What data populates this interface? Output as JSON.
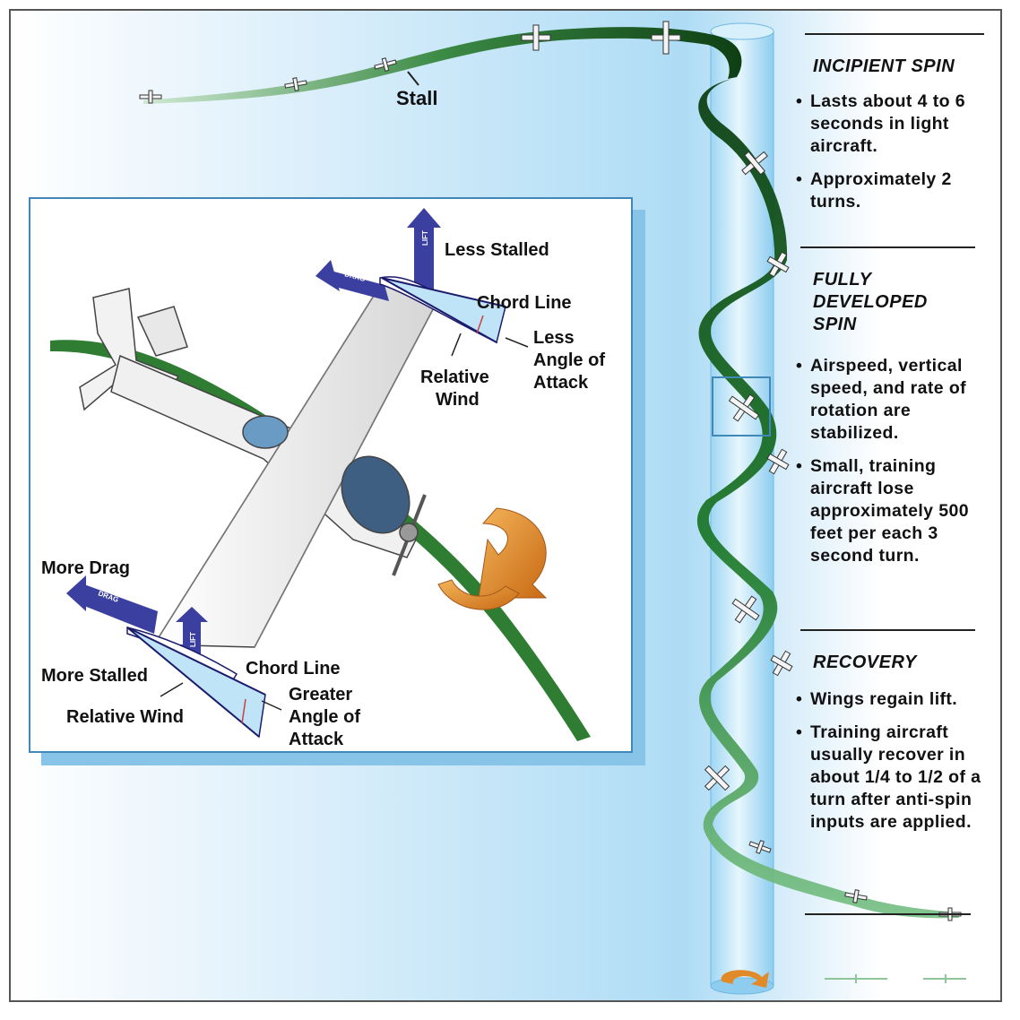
{
  "top": {
    "stall_label": "Stall"
  },
  "inset": {
    "less_stalled": "Less Stalled",
    "chord_line_top": "Chord Line",
    "less_aoa": [
      "Less",
      "Angle of",
      "Attack"
    ],
    "relative_wind_top": [
      "Relative",
      "Wind"
    ],
    "more_drag": "More Drag",
    "more_stalled": "More Stalled",
    "chord_line_bottom": "Chord Line",
    "greater_aoa": [
      "Greater",
      "Angle of",
      "Attack"
    ],
    "relative_wind_bottom": "Relative Wind",
    "arrow_lift": "LIFT",
    "arrow_drag": "DRAG"
  },
  "panel": {
    "incipient": {
      "heading": "INCIPIENT SPIN",
      "bullets": [
        "Lasts about 4 to 6 seconds in light aircraft.",
        "Approximately 2 turns."
      ]
    },
    "developed": {
      "heading": [
        "FULLY",
        "DEVELOPED",
        "SPIN"
      ],
      "bullets": [
        "Airspeed, vertical speed, and rate of rotation are stabilized.",
        "Small, training aircraft lose approximately 500 feet per each 3 second turn."
      ]
    },
    "recovery": {
      "heading": "RECOVERY",
      "bullets": [
        "Wings regain lift.",
        "Training aircraft usually recover in about 1/4 to 1/2 of a turn after anti-spin inputs are applied."
      ]
    }
  },
  "colors": {
    "ribbon_dark": "#0e3f14",
    "ribbon_light": "#5aa86a",
    "column": "#a8dcf5",
    "arrow_blue": "#3a3fa0",
    "rotation_arrow": "#e08a2a",
    "aoa_fill": "#bfe3f7"
  }
}
